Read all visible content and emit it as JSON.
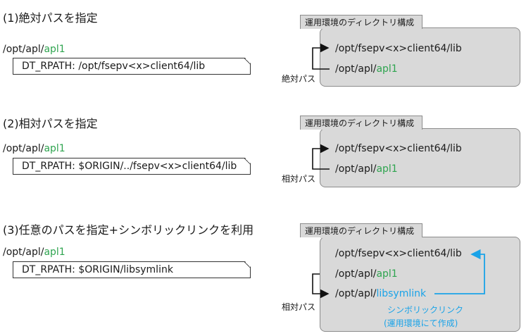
{
  "sections": [
    {
      "heading": "(1)絶対パスを指定",
      "binary_prefix": "/opt/apl/",
      "binary_name": "apl1",
      "rpath_label": "DT_RPATH: ",
      "rpath_value": "/opt/fsepv<x>client64/lib",
      "env_title": "運用環境のディレクトリ構成",
      "dir_lib": "/opt/fsepv<x>client64/lib",
      "dir_apl_prefix": "/opt/apl/",
      "dir_apl_name": "apl1",
      "path_type_label": "絶対パス"
    },
    {
      "heading": "(2)相対パスを指定",
      "binary_prefix": "/opt/apl/",
      "binary_name": "apl1",
      "rpath_label": "DT_RPATH: ",
      "rpath_value": "$ORIGIN/../fsepv<x>client64/lib",
      "env_title": "運用環境のディレクトリ構成",
      "dir_lib": "/opt/fsepv<x>client64/lib",
      "dir_apl_prefix": "/opt/apl/",
      "dir_apl_name": "apl1",
      "path_type_label": "相対パス"
    },
    {
      "heading": "(3)任意のパスを指定+シンボリックリンクを利用",
      "binary_prefix": "/opt/apl/",
      "binary_name": "apl1",
      "rpath_label": "DT_RPATH: ",
      "rpath_value": "$ORIGIN/libsymlink",
      "env_title": "運用環境のディレクトリ構成",
      "dir_lib": "/opt/fsepv<x>client64/lib",
      "dir_apl_prefix": "/opt/apl/",
      "dir_apl_name": "apl1",
      "dir_symlink_prefix": "/opt/apl/",
      "dir_symlink_name": "libsymlink",
      "symlink_note_1": "シンボリックリンク",
      "symlink_note_2": "(運用環境にて作成)",
      "path_type_label": "相対パス"
    }
  ],
  "colors": {
    "highlight_green": "#2ea44f",
    "symlink_blue": "#1aa3e8",
    "env_box_fill": "#d9d9d9"
  }
}
